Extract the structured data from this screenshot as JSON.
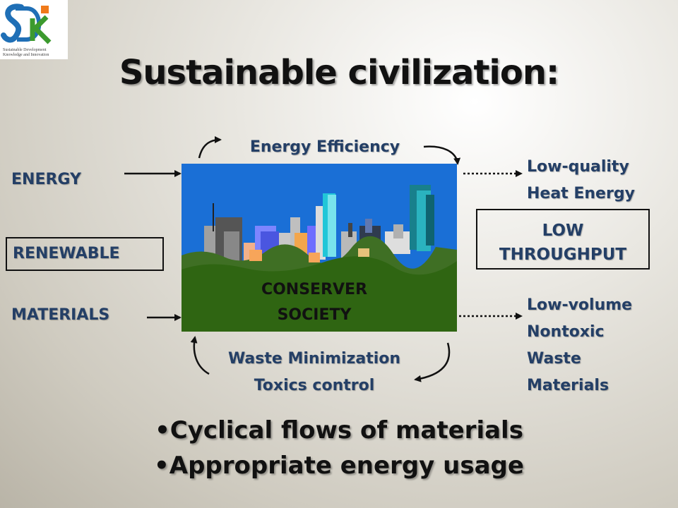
{
  "logo": {
    "letters": "SDKI",
    "tagline": "Sustainable Development Knowledge and Innovation"
  },
  "title": "Sustainable civilization:",
  "inputs": {
    "energy": "ENERGY",
    "renewable": "RENEWABLE",
    "materials": "MATERIALS"
  },
  "top_loop": "Energy Efficiency",
  "bottom_loop": [
    "Waste Minimization",
    "Toxics control"
  ],
  "center": [
    "CONSERVER",
    "SOCIETY"
  ],
  "outputs": {
    "heat": [
      "Low-quality",
      "Heat Energy"
    ],
    "throughput": [
      "LOW",
      "THROUGHPUT"
    ],
    "waste": [
      "Low-volume",
      "Nontoxic",
      "Waste",
      "Materials"
    ]
  },
  "bullets": [
    "•Cyclical flows of materials",
    "•Appropriate energy usage"
  ]
}
